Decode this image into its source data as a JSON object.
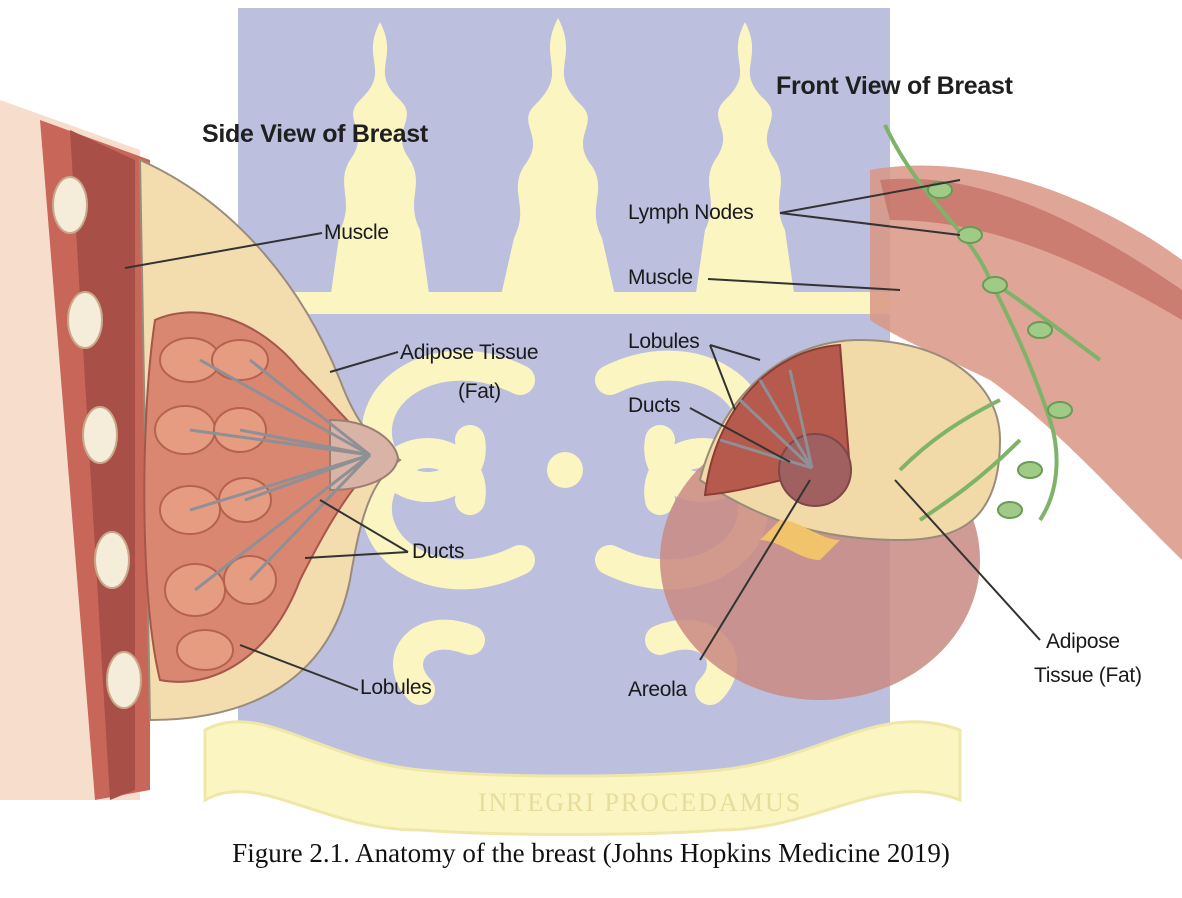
{
  "figure": {
    "caption": "Figure 2.1. Anatomy of the breast (Johns Hopkins Medicine 2019)",
    "side_view": {
      "title": "Side View of Breast",
      "labels": {
        "muscle": "Muscle",
        "adipose_line1": "Adipose Tissue",
        "adipose_line2": "(Fat)",
        "ducts": "Ducts",
        "lobules": "Lobules"
      }
    },
    "front_view": {
      "title": "Front View of Breast",
      "labels": {
        "lymph_nodes": "Lymph Nodes",
        "muscle": "Muscle",
        "lobules": "Lobules",
        "ducts": "Ducts",
        "areola": "Areola",
        "adipose_line1": "Adipose",
        "adipose_line2": "Tissue (Fat)"
      }
    },
    "watermark": {
      "motto": "INTEGRI PROCEDAMUS"
    }
  },
  "colors": {
    "watermark_shield": "#b9bcdd",
    "watermark_gold": "#fbf5c2",
    "skin": "#e8b79a",
    "muscle": "#c96a5e",
    "lobule": "#d98a6e",
    "fat": "#f2d9a8",
    "lymph": "#8fbf7a"
  }
}
